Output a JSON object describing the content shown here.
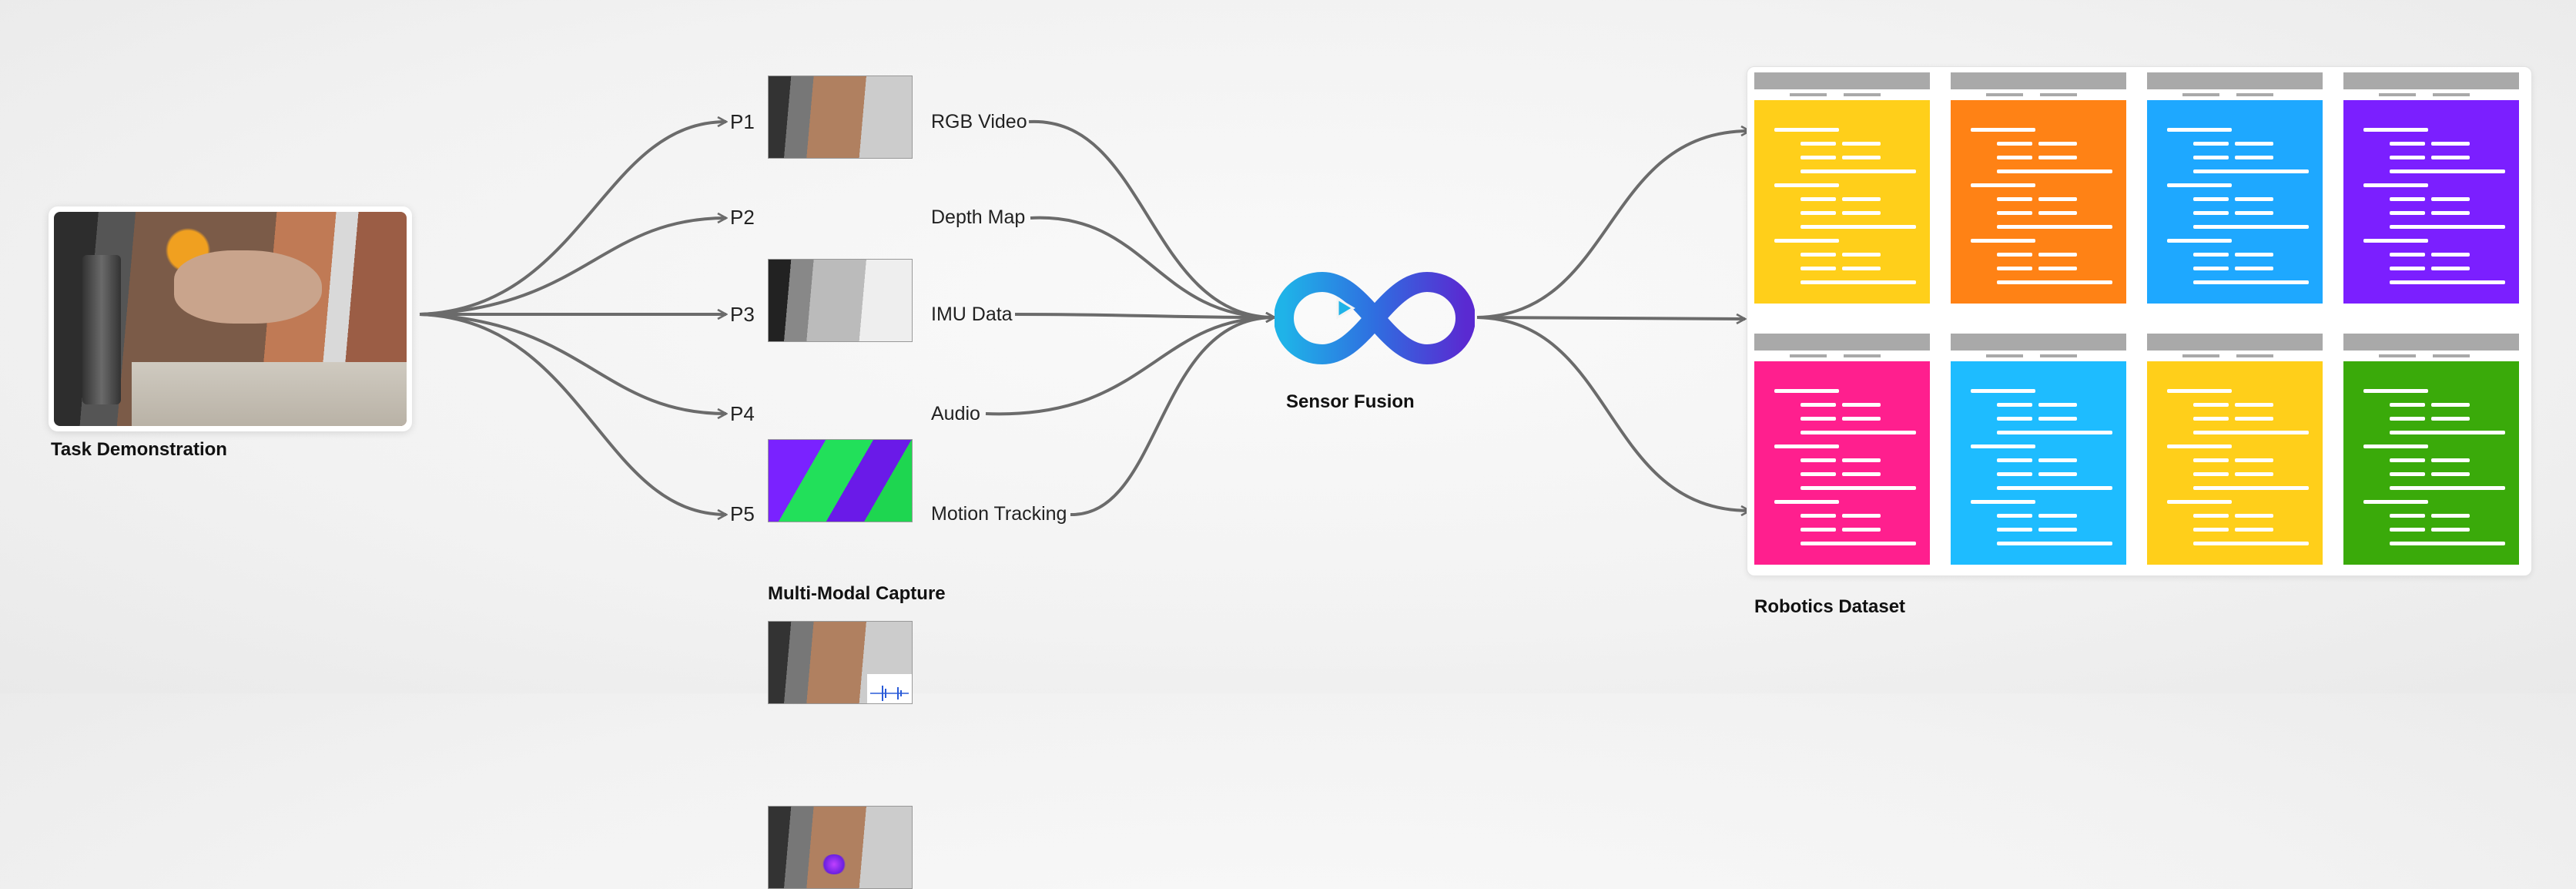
{
  "task": {
    "caption": "Task Demonstration"
  },
  "capture": {
    "caption": "Multi-Modal Capture",
    "streams": [
      {
        "id": "P1",
        "label": "RGB Video"
      },
      {
        "id": "P2",
        "label": "Depth Map"
      },
      {
        "id": "P3",
        "label": "IMU Data"
      },
      {
        "id": "P4",
        "label": "Audio"
      },
      {
        "id": "P5",
        "label": "Motion Tracking"
      }
    ]
  },
  "fusion": {
    "caption": "Sensor Fusion"
  },
  "dataset": {
    "caption": "Robotics Dataset",
    "card_colors": [
      "#ffcf1a",
      "#ff8215",
      "#1ea8ff",
      "#7b1fff",
      "#ff1f8e",
      "#1ebcff",
      "#ffcf1a",
      "#3aaa0a"
    ]
  },
  "colors": {
    "connector": "#6b6b6b",
    "fusion_dark": "#5a2ad1",
    "fusion_light": "#1fb3e8"
  },
  "icons": [
    "infinity-loop-icon"
  ]
}
